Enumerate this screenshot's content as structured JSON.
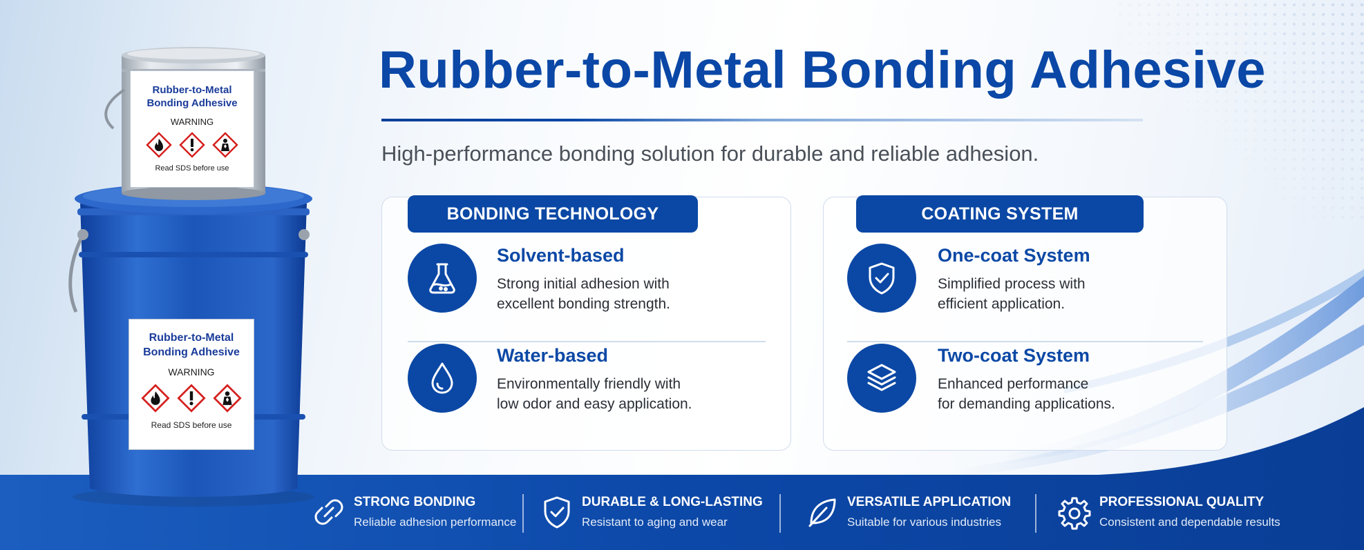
{
  "banner": {
    "title": "Rubber-to-Metal Bonding Adhesive",
    "subtitle": "High-performance bonding solution for durable and reliable adhesion.",
    "colors": {
      "brand_blue": "#0b48a5",
      "hazard_red": "#d4201e"
    }
  },
  "products": {
    "small_can": {
      "name_line1": "Rubber-to-Metal",
      "name_line2": "Bonding Adhesive",
      "warning": "WARNING",
      "note": "Read SDS before use",
      "hazard_icons": [
        "flame-icon",
        "exclamation-icon",
        "health-hazard-icon"
      ]
    },
    "large_pail": {
      "name_line1": "Rubber-to-Metal",
      "name_line2": "Bonding Adhesive",
      "warning": "WARNING",
      "note": "Read SDS before use",
      "hazard_icons": [
        "flame-icon",
        "exclamation-icon",
        "health-hazard-icon"
      ]
    }
  },
  "panels": {
    "bonding": {
      "heading": "BONDING TECHNOLOGY",
      "items": [
        {
          "icon": "flask-icon",
          "title": "Solvent-based",
          "desc_line1": "Strong initial adhesion with",
          "desc_line2": "excellent bonding strength."
        },
        {
          "icon": "water-drop-icon",
          "title": "Water-based",
          "desc_line1": "Environmentally friendly with",
          "desc_line2": "low odor and easy application."
        }
      ]
    },
    "coating": {
      "heading": "COATING SYSTEM",
      "items": [
        {
          "icon": "shield-check-icon",
          "title": "One-coat System",
          "desc_line1": "Simplified process with",
          "desc_line2": "efficient application."
        },
        {
          "icon": "layers-icon",
          "title": "Two-coat System",
          "desc_line1": "Enhanced performance",
          "desc_line2": "for demanding applications."
        }
      ]
    }
  },
  "features": [
    {
      "icon": "chain-link-icon",
      "title": "STRONG BONDING",
      "desc": "Reliable adhesion performance"
    },
    {
      "icon": "shield-check-icon",
      "title": "DURABLE & LONG-LASTING",
      "desc": "Resistant to aging and wear"
    },
    {
      "icon": "leaf-icon",
      "title": "VERSATILE APPLICATION",
      "desc": "Suitable for various industries"
    },
    {
      "icon": "gear-icon",
      "title": "PROFESSIONAL QUALITY",
      "desc": "Consistent and dependable results"
    }
  ]
}
